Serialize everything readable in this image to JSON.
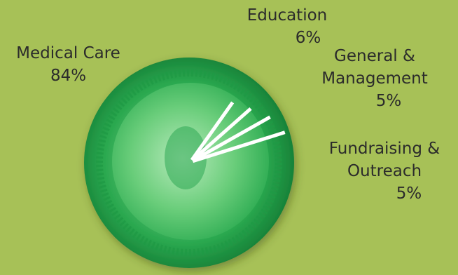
{
  "chart_data": {
    "type": "pie",
    "title": "",
    "categories": [
      "Medical Care",
      "Education",
      "General & Management",
      "Fundraising & Outreach"
    ],
    "values": [
      84,
      6,
      5,
      5
    ],
    "value_labels": [
      "84%",
      "6%",
      "5%",
      "5%"
    ],
    "label_lines": [
      [
        "Medical Care"
      ],
      [
        "Education"
      ],
      [
        "General &",
        "Management"
      ],
      [
        "Fundraising &",
        "Outreach"
      ]
    ],
    "divider_color": "#ffffff"
  },
  "colors": {
    "background": "#a7c157",
    "disc_dark": "#1a8a3e",
    "disc_mid": "#2aa84f",
    "disc_light": "#8fd99a",
    "text": "#2b2b2b"
  }
}
